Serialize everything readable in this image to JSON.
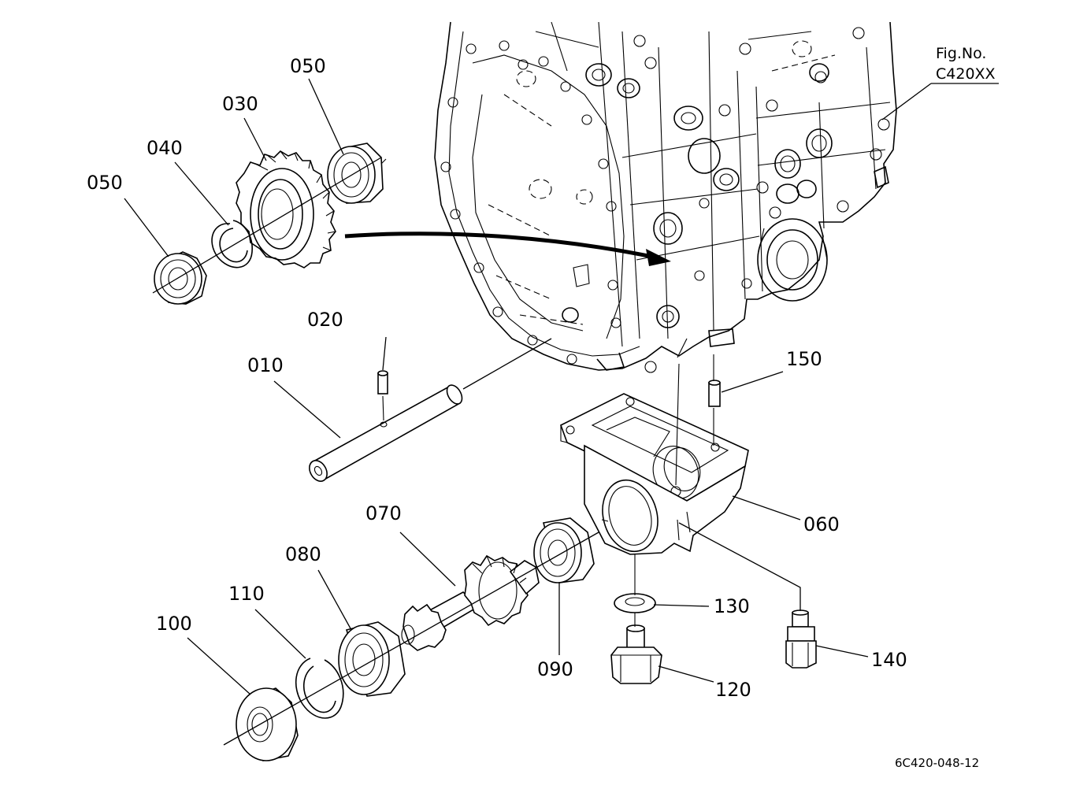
{
  "figure": {
    "line1": "Fig.No.",
    "line2": "C420XX"
  },
  "drawing_code": "6C420-048-12",
  "callouts": {
    "c010": "010",
    "c020": "020",
    "c030": "030",
    "c040": "040",
    "c050a": "050",
    "c050b": "050",
    "c060": "060",
    "c070": "070",
    "c080": "080",
    "c090": "090",
    "c100": "100",
    "c110": "110",
    "c120": "120",
    "c130": "130",
    "c140": "140",
    "c150": "150"
  }
}
